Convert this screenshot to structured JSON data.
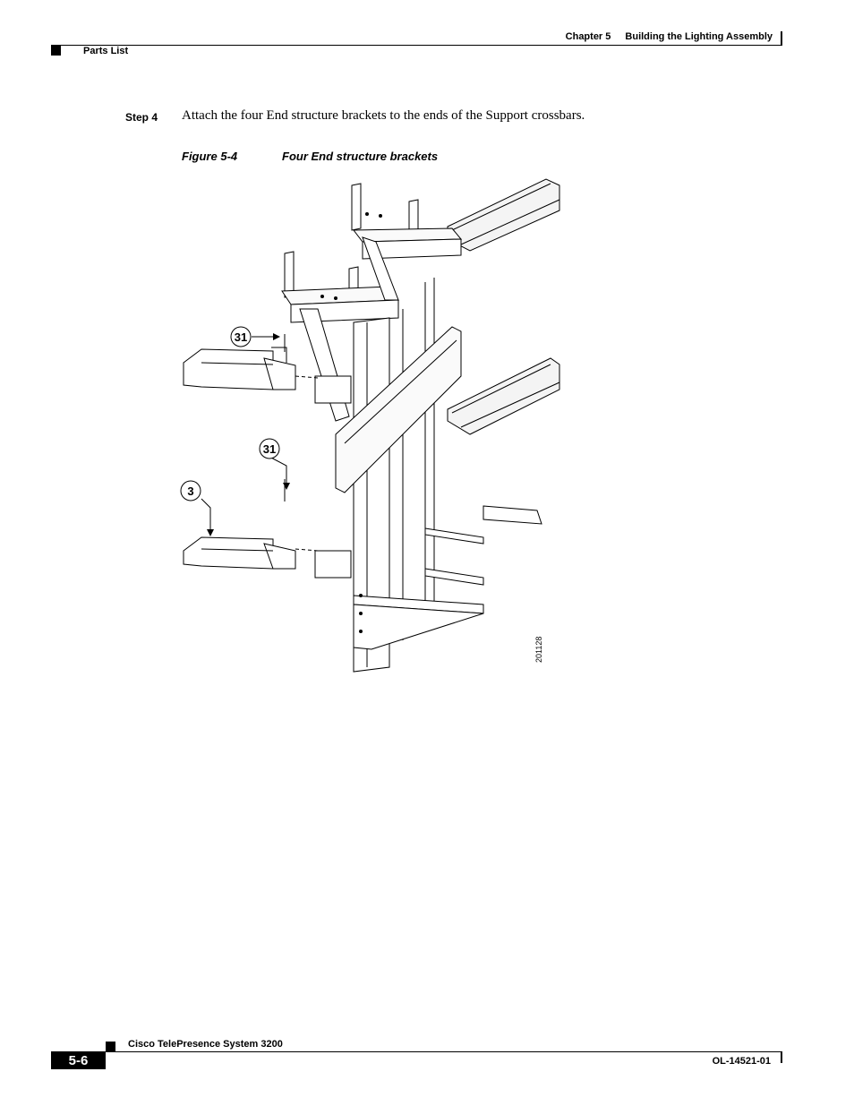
{
  "header": {
    "chapter": "Chapter 5",
    "chapter_title": "Building the Lighting Assembly",
    "section": "Parts List"
  },
  "step": {
    "label": "Step 4",
    "text": "Attach the four End structure brackets to the ends of the Support crossbars."
  },
  "figure": {
    "number": "Figure 5-4",
    "title": "Four End structure brackets",
    "callouts": [
      "31",
      "31",
      "3"
    ],
    "art_id": "201128"
  },
  "footer": {
    "book_title": "Cisco TelePresence System 3200",
    "page_number": "5-6",
    "doc_number": "OL-14521-01"
  }
}
